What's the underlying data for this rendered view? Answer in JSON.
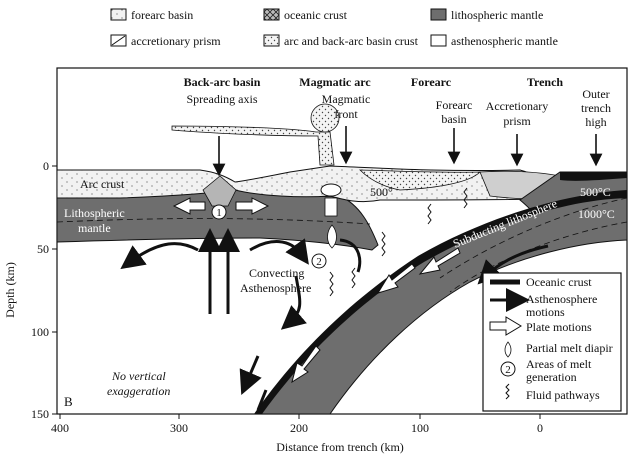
{
  "legend_top": [
    {
      "key": "forearc_basin",
      "label": "forearc basin"
    },
    {
      "key": "oceanic_crust",
      "label": "oceanic crust"
    },
    {
      "key": "lithospheric_mantle",
      "label": "lithospheric mantle"
    },
    {
      "key": "accretionary_prism",
      "label": "accretionary prism"
    },
    {
      "key": "arc_backarc_crust",
      "label": "arc and back-arc basin crust"
    },
    {
      "key": "asthenospheric_mantle",
      "label": "asthenospheric mantle"
    }
  ],
  "headers": {
    "back_arc_basin": "Back-arc basin",
    "magmatic_arc": "Magmatic arc",
    "forearc": "Forearc",
    "trench": "Trench"
  },
  "features": {
    "spreading_axis": "Spreading axis",
    "magmatic_front_1": "Magmatic",
    "magmatic_front_2": "front",
    "forearc_basin_1": "Forearc",
    "forearc_basin_2": "basin",
    "accretionary_prism_1": "Accretionary",
    "accretionary_prism_2": "prism",
    "outer_trench_high_1": "Outer",
    "outer_trench_high_2": "trench",
    "outer_trench_high_3": "high"
  },
  "section": {
    "arc_crust": "Arc crust",
    "lithospheric_mantle_1": "Lithospheric",
    "lithospheric_mantle_2": "mantle",
    "temp_500_arc": "500°",
    "temp_500": "500°C",
    "temp_1000": "1000°C",
    "subducting_lithosphere": "Subducting lithosphere",
    "convecting_1": "Convecting",
    "convecting_2": "Asthenosphere",
    "no_vertical_1": "No vertical",
    "no_vertical_2": "exaggeration",
    "panel_letter": "B",
    "zone_1": "1",
    "zone_2": "2"
  },
  "axes": {
    "ylabel": "Depth (km)",
    "xlabel": "Distance from trench (km)",
    "y_ticks": [
      "0",
      "50",
      "100",
      "150"
    ],
    "x_ticks": [
      "400",
      "300",
      "200",
      "100",
      "0"
    ]
  },
  "legend_inner": {
    "oceanic_crust": "Oceanic crust",
    "asthenosphere_motions_1": "Asthenosphere",
    "asthenosphere_motions_2": "motions",
    "plate_motions": "Plate motions",
    "partial_melt": "Partial melt diapir",
    "melt_areas_1": "Areas of melt",
    "melt_areas_2": "generation",
    "melt_areas_num": "2",
    "fluid_pathways": "Fluid pathways"
  },
  "colors": {
    "lithospheric_mantle": "#6e6e6e",
    "oceanic_crust": "#111111",
    "crust_fill": "#eeeeee",
    "background": "#ffffff"
  }
}
